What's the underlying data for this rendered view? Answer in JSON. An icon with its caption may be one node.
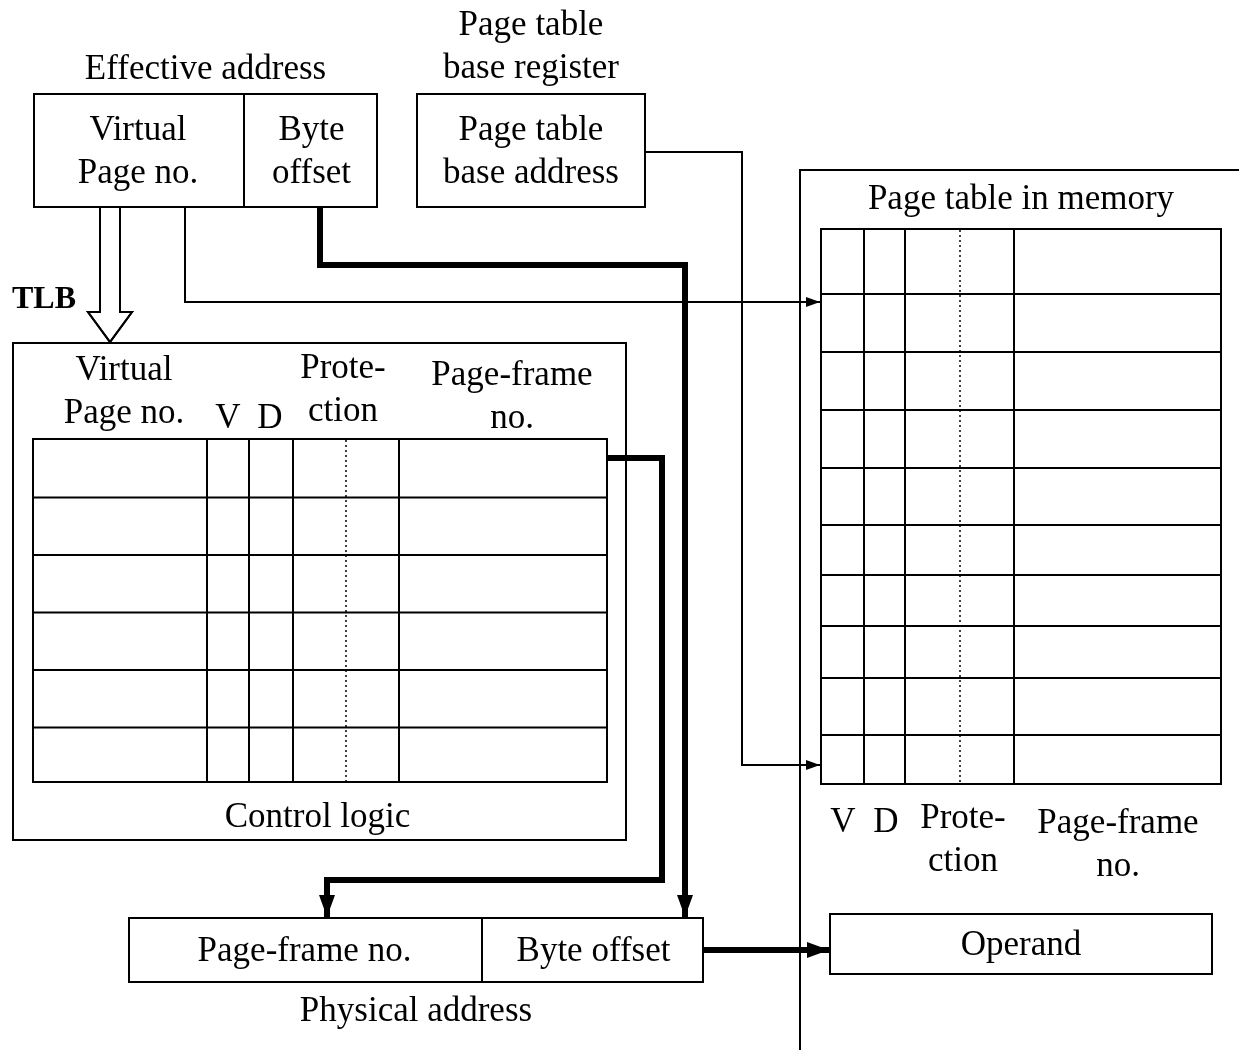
{
  "diagram": {
    "nodes": [
      {
        "text": [
          "Effective address"
        ]
      },
      {
        "text": [
          "Virtual Page no."
        ],
        "in": 0
      },
      {
        "text": [
          "Byte offset"
        ],
        "in": 0
      },
      {
        "text": [
          "Page table base register",
          "Page table base address"
        ]
      },
      {
        "text": [
          "TLB",
          "Control logic"
        ]
      },
      {
        "text": [],
        "shape": "table",
        "in": 4,
        "beside": [
          "Virtual Page no.",
          "V",
          "D",
          "Prote- ction",
          "Page-frame no."
        ]
      },
      {
        "text": [
          "Page table in memory"
        ],
        "beside": [
          "V",
          "D",
          "Prote- ction",
          "Page-frame no."
        ]
      },
      {
        "text": [
          "Physical address"
        ]
      },
      {
        "text": [
          "Page-frame no."
        ],
        "in": 7
      },
      {
        "text": [
          "Byte offset"
        ],
        "in": 7
      },
      {
        "text": [
          "Operand"
        ]
      }
    ],
    "edges": [
      {
        "from": 1,
        "to": 4,
        "arrow": "to"
      },
      {
        "from": 1,
        "to": 6,
        "arrow": "to"
      },
      {
        "from": 2,
        "to": 9,
        "arrow": "to",
        "style": "thick"
      },
      {
        "from": 3,
        "to": 6,
        "arrow": "to"
      },
      {
        "from": 5,
        "to": 8,
        "arrow": "to",
        "style": "thick"
      },
      {
        "from": 9,
        "to": 10,
        "arrow": "to",
        "style": "thick"
      }
    ]
  }
}
